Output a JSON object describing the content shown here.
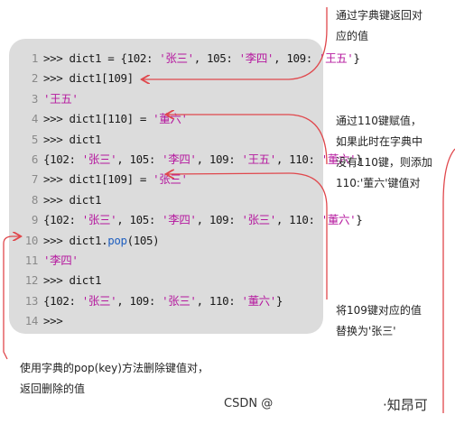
{
  "code_lines": [
    {
      "n": "1",
      "parts": [
        {
          "t": ">>> dict1 = {102: ",
          "c": "p"
        },
        {
          "t": "'张三'",
          "c": "s"
        },
        {
          "t": ", 105: ",
          "c": "p"
        },
        {
          "t": "'李四'",
          "c": "s"
        },
        {
          "t": ", 109: ",
          "c": "p"
        },
        {
          "t": "'王五'",
          "c": "s"
        },
        {
          "t": "}",
          "c": "p"
        }
      ]
    },
    {
      "n": "2",
      "parts": [
        {
          "t": ">>> dict1[109]",
          "c": "p"
        }
      ]
    },
    {
      "n": "3",
      "parts": [
        {
          "t": "'王五'",
          "c": "s"
        }
      ]
    },
    {
      "n": "4",
      "parts": [
        {
          "t": ">>> dict1[110] = ",
          "c": "p"
        },
        {
          "t": "'董六'",
          "c": "s"
        }
      ]
    },
    {
      "n": "5",
      "parts": [
        {
          "t": ">>> dict1",
          "c": "p"
        }
      ]
    },
    {
      "n": "6",
      "parts": [
        {
          "t": "{102: ",
          "c": "p"
        },
        {
          "t": "'张三'",
          "c": "s"
        },
        {
          "t": ", 105: ",
          "c": "p"
        },
        {
          "t": "'李四'",
          "c": "s"
        },
        {
          "t": ", 109: ",
          "c": "p"
        },
        {
          "t": "'王五'",
          "c": "s"
        },
        {
          "t": ", 110: ",
          "c": "p"
        },
        {
          "t": "'董六'",
          "c": "s"
        },
        {
          "t": "}",
          "c": "p"
        }
      ]
    },
    {
      "n": "7",
      "parts": [
        {
          "t": ">>> dict1[109] = ",
          "c": "p"
        },
        {
          "t": "'张三'",
          "c": "s"
        }
      ]
    },
    {
      "n": "8",
      "parts": [
        {
          "t": ">>> dict1",
          "c": "p"
        }
      ]
    },
    {
      "n": "9",
      "parts": [
        {
          "t": "{102: ",
          "c": "p"
        },
        {
          "t": "'张三'",
          "c": "s"
        },
        {
          "t": ", 105: ",
          "c": "p"
        },
        {
          "t": "'李四'",
          "c": "s"
        },
        {
          "t": ", 109: ",
          "c": "p"
        },
        {
          "t": "'张三'",
          "c": "s"
        },
        {
          "t": ", 110: ",
          "c": "p"
        },
        {
          "t": "'董六'",
          "c": "s"
        },
        {
          "t": "}",
          "c": "p"
        }
      ]
    },
    {
      "n": "10",
      "parts": [
        {
          "t": ">>> dict1.",
          "c": "p"
        },
        {
          "t": "pop",
          "c": "f"
        },
        {
          "t": "(105)",
          "c": "p"
        }
      ]
    },
    {
      "n": "11",
      "parts": [
        {
          "t": "'李四'",
          "c": "s"
        }
      ]
    },
    {
      "n": "12",
      "parts": [
        {
          "t": ">>> dict1",
          "c": "p"
        }
      ]
    },
    {
      "n": "13",
      "parts": [
        {
          "t": "{102: ",
          "c": "p"
        },
        {
          "t": "'张三'",
          "c": "s"
        },
        {
          "t": ", 109: ",
          "c": "p"
        },
        {
          "t": "'张三'",
          "c": "s"
        },
        {
          "t": ", 110: ",
          "c": "p"
        },
        {
          "t": "'董六'",
          "c": "s"
        },
        {
          "t": "}",
          "c": "p"
        }
      ]
    },
    {
      "n": "14",
      "parts": [
        {
          "t": ">>>",
          "c": "p"
        }
      ]
    }
  ],
  "annotations": {
    "note1": "通过字典键返回对\n应的值",
    "note2": "通过110键赋值，\n如果此时在字典中\n没有110键，则添加\n110:'董六'键值对",
    "note3": "将109键对应的值\n替换为'张三'",
    "note4": "使用字典的pop(key)方法删除键值对，\n返回删除的值"
  },
  "watermark": {
    "csdn": "CSDN @",
    "zhihu": "·知昂可"
  },
  "colors": {
    "panel": "#dcdcdc",
    "string": "#b5179e",
    "function": "#1f5fbf",
    "arrow": "#e0474c"
  }
}
